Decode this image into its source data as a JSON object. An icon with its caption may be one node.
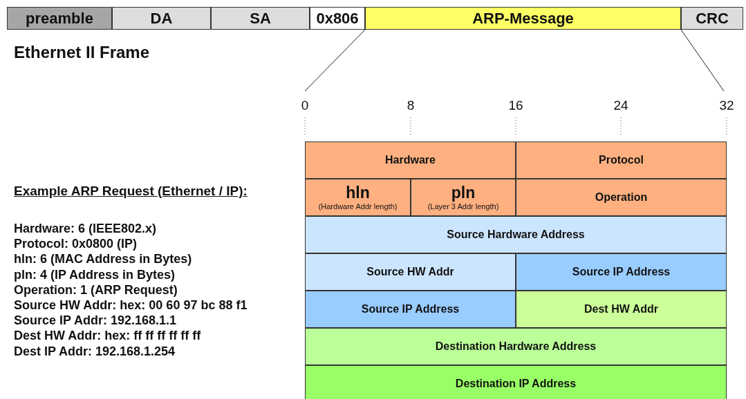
{
  "diagram": {
    "nodes": [
      {
        "text": [
          "preamble"
        ]
      },
      {
        "text": [
          "DA"
        ]
      },
      {
        "text": [
          "SA"
        ]
      },
      {
        "text": [
          "0x806"
        ]
      },
      {
        "text": [
          "ARP-Message"
        ]
      },
      {
        "text": [
          "CRC"
        ]
      },
      {
        "text": [
          "Hardware"
        ]
      },
      {
        "text": [
          "Protocol"
        ]
      },
      {
        "text": [
          "hln",
          "(Hardware Addr length)"
        ]
      },
      {
        "text": [
          "pln",
          "(Layer 3 Addr length)"
        ]
      },
      {
        "text": [
          "Operation"
        ]
      },
      {
        "text": [
          "Source Hardware Address"
        ]
      },
      {
        "text": [
          "Source HW Addr"
        ]
      },
      {
        "text": [
          "Source IP Address"
        ]
      },
      {
        "text": [
          "Source IP Address"
        ]
      },
      {
        "text": [
          "Dest HW Addr"
        ]
      },
      {
        "text": [
          "Destination Hardware Address"
        ]
      },
      {
        "text": [
          "Destination IP Address"
        ]
      }
    ],
    "edges": [],
    "labels": [
      "Ethernet II Frame",
      "0",
      "8",
      "16",
      "24",
      "32",
      "Example ARP Request (Ethernet / IP):",
      "Hardware: 6 (IEEE802.x)",
      "Protocol: 0x0800 (IP)",
      "hln: 6 (MAC Address in Bytes)",
      "pln: 4 (IP Address in Bytes)",
      "Operation: 1 (ARP Request)",
      "Source HW Addr: hex: 00 60 97 bc 88 f1",
      "Source IP Addr: 192.168.1.1",
      "Dest HW Addr: hex: ff ff ff ff ff ff",
      "Dest IP Addr: 192.168.1.254"
    ]
  }
}
